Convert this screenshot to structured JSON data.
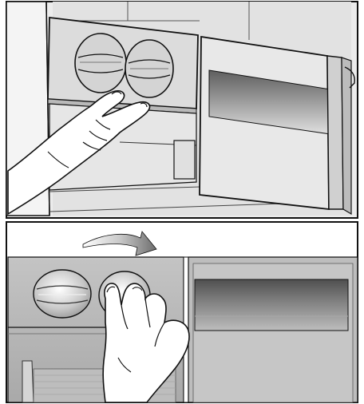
{
  "figure": {
    "panels": [
      {
        "panel": "top",
        "action": "grip-lid-and-pull"
      },
      {
        "panel": "bottom",
        "action": "rotate-knob-clockwise"
      }
    ],
    "icons": [
      "hand-icon",
      "rotation-arrow-icon",
      "knob-icon"
    ],
    "colors": {
      "outline": "#111111",
      "panel_light": "#e9e9e9",
      "panel_mid": "#d8d8d8",
      "panel_dark": "#b5b5b5",
      "slot_dark": "#6f6f6f",
      "skin": "#ffffff"
    }
  }
}
